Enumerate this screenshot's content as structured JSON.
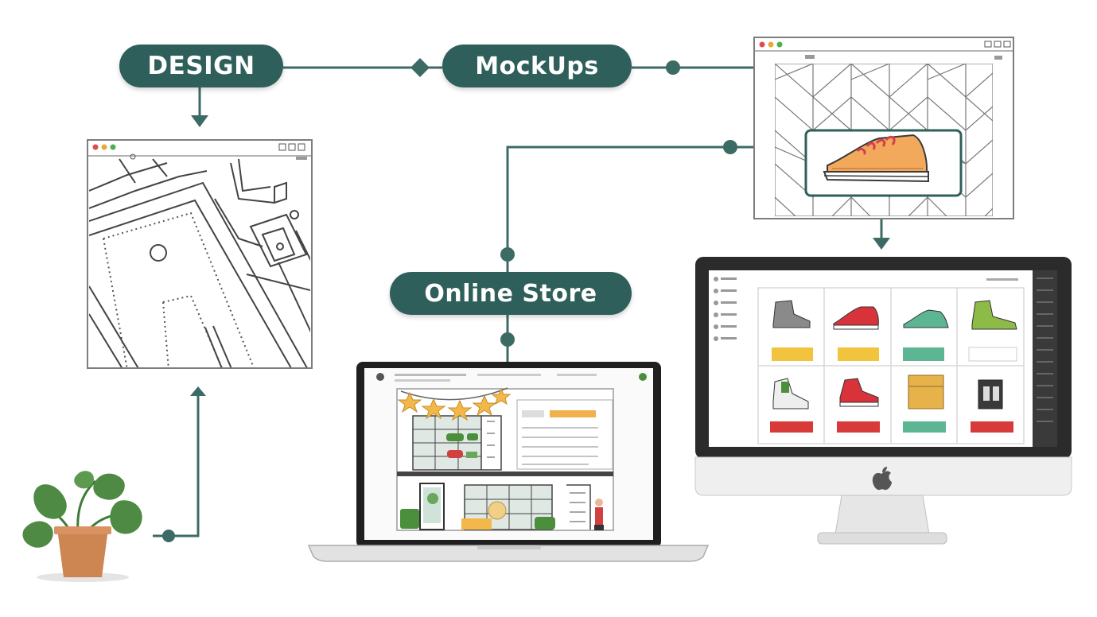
{
  "labels": {
    "design": "DESIGN",
    "mockups": "MockUps",
    "online_store": "Online Store"
  },
  "colors": {
    "primary": "#2f5f5a",
    "pill_bg": "#2f5f5a",
    "line": "#3c6b66",
    "sneaker": "#f2a95b",
    "sneaker_laces": "#d44050",
    "plant_leaf": "#4e8a43",
    "pot": "#cd8551",
    "star": "#f2b84a",
    "yellow_tag": "#f2c33c",
    "red_tag": "#d83a3a",
    "green_tag": "#5cb593"
  },
  "icons": {
    "logo": "apple-logo-icon",
    "plant": "potted-plant-icon",
    "shoe": "sneaker-icon"
  }
}
